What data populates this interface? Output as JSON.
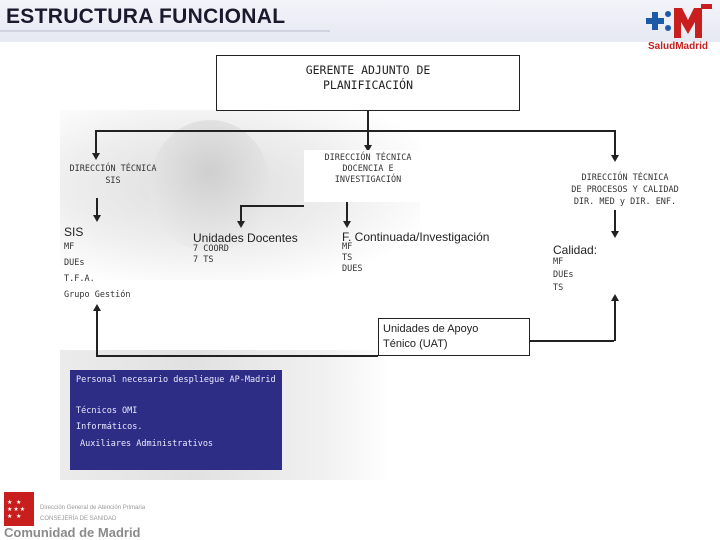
{
  "title": "ESTRUCTURA FUNCIONAL",
  "logo": {
    "text": "SaludMadrid",
    "icon": "salud-madrid-logo"
  },
  "gerente": {
    "line1": "GERENTE ADJUNTO DE",
    "line2": "PLANIFICACIÓN"
  },
  "dir_sis": {
    "line1": "DIRECCIÓN TÉCNICA",
    "line2": "SIS"
  },
  "dir_docencia": {
    "line1": "DIRECCIÓN TÉCNICA",
    "line2": "DOCENCIA E",
    "line3": "INVESTIGACIÓN"
  },
  "dir_procesos": {
    "line1": "DIRECCIÓN TÉCNICA",
    "line2": "DE PROCESOS Y CALIDAD",
    "line3": "DIR. MED y DIR. ENF."
  },
  "sis": {
    "title": "SIS",
    "items": [
      "MF",
      "DUEs",
      "T.F.A.",
      "Grupo Gestión"
    ]
  },
  "unidades_docentes": {
    "title": "Unidades Docentes",
    "items": [
      "7 COORD",
      "7 TS"
    ]
  },
  "fcontinuada": {
    "title": "F. Continuada/Investigación",
    "items": [
      "MF",
      "TS",
      "DUES"
    ]
  },
  "calidad": {
    "title": "Calidad:",
    "items": [
      "MF",
      "DUEs",
      "TS"
    ]
  },
  "uat": {
    "line1": "Unidades de Apoyo",
    "line2": "Ténico (UAT)"
  },
  "personal": {
    "line1": "Personal necesario despliegue AP-Madrid",
    "line2": "Técnicos OMI",
    "line3": "Informáticos.",
    "line4": "Auxiliares Administrativos"
  },
  "footer": {
    "line1": "Dirección General de Atención Primaria",
    "line2": "CONSEJERÍA DE SANIDAD",
    "line3": "Comunidad de Madrid"
  },
  "colors": {
    "accent_blue": "#2e2d86",
    "brand_red": "#c81e1e"
  }
}
